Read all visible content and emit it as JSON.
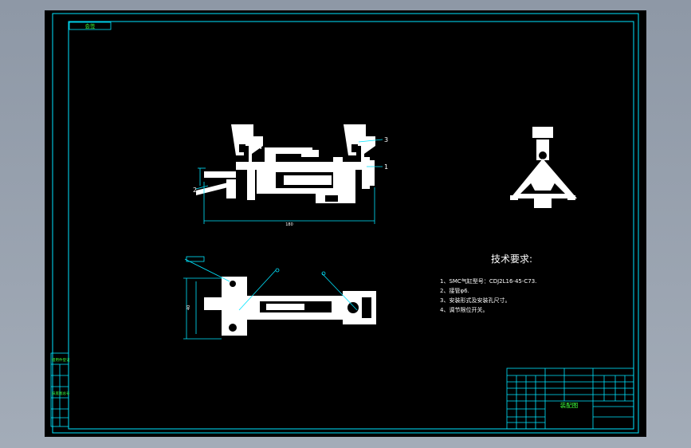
{
  "colors": {
    "frame": "#00e5ff",
    "geometry": "#ffffff",
    "text": "#ffffff",
    "label_text": "#3cff3c",
    "sheet_background": "#000000",
    "viewport_background": "#9aa4b0"
  },
  "top_tag": "会签",
  "tech_req_title": "技术要求:",
  "tech_req_items": [
    "1、SMC气缸型号：CDJ2L16-45-C73.",
    "2、接管φ6.",
    "3、安装形式及安装孔尺寸。",
    "4、调节限位开关。"
  ],
  "callouts": {
    "c1": "1",
    "c2": "2",
    "c3": "3"
  },
  "dims": {
    "length": "180",
    "height": "40"
  },
  "left_table": {
    "rows": [
      "借用件登记",
      "",
      "",
      "旧底图总号",
      "",
      "",
      "",
      ""
    ]
  },
  "title_block": {
    "drawing_name": "装配图",
    "cells": [
      "",
      "",
      "",
      "",
      "",
      "",
      "",
      "",
      ""
    ]
  }
}
